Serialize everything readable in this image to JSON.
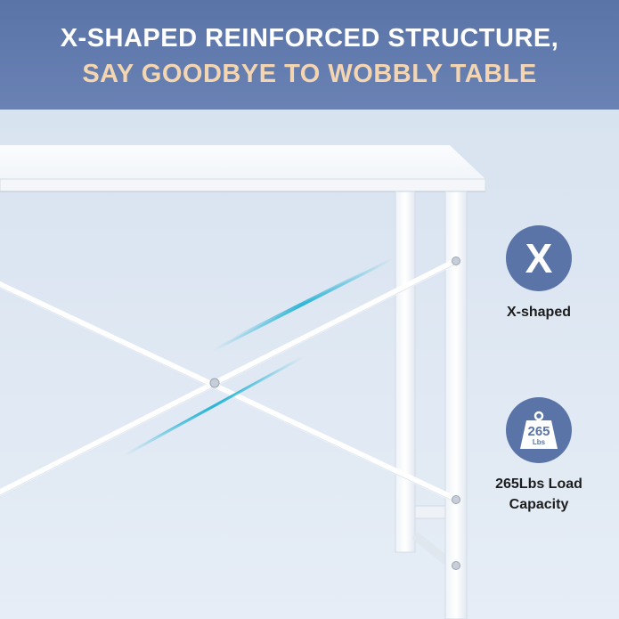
{
  "header": {
    "line1": "X-SHAPED REINFORCED STRUCTURE,",
    "line2": "SAY GOODBYE TO WOBBLY TABLE"
  },
  "features": [
    {
      "icon": "x-icon",
      "symbol": "X",
      "label": "X-shaped"
    },
    {
      "icon": "weight-icon",
      "weight_number": "265",
      "weight_unit": "Lbs",
      "label_line1": "265Lbs Load",
      "label_line2": "Capacity"
    }
  ],
  "colors": {
    "header_bg": "#5a74a8",
    "accent_text": "#f3d5b2",
    "badge_bg": "#5a74a8",
    "motion_lines": "#2bb5d6",
    "background": "#dde7f3"
  }
}
